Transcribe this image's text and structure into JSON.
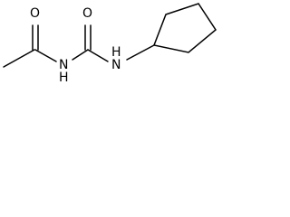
{
  "molecule": {
    "atoms": {
      "oxygen_1": "O",
      "oxygen_2": "O",
      "nitrogen_1": "N",
      "nitrogen_2": "N",
      "h_1": "H",
      "h_2": "H"
    }
  },
  "colors": {
    "background": "#ffffff",
    "bond": "#000000",
    "label": "#000000"
  }
}
